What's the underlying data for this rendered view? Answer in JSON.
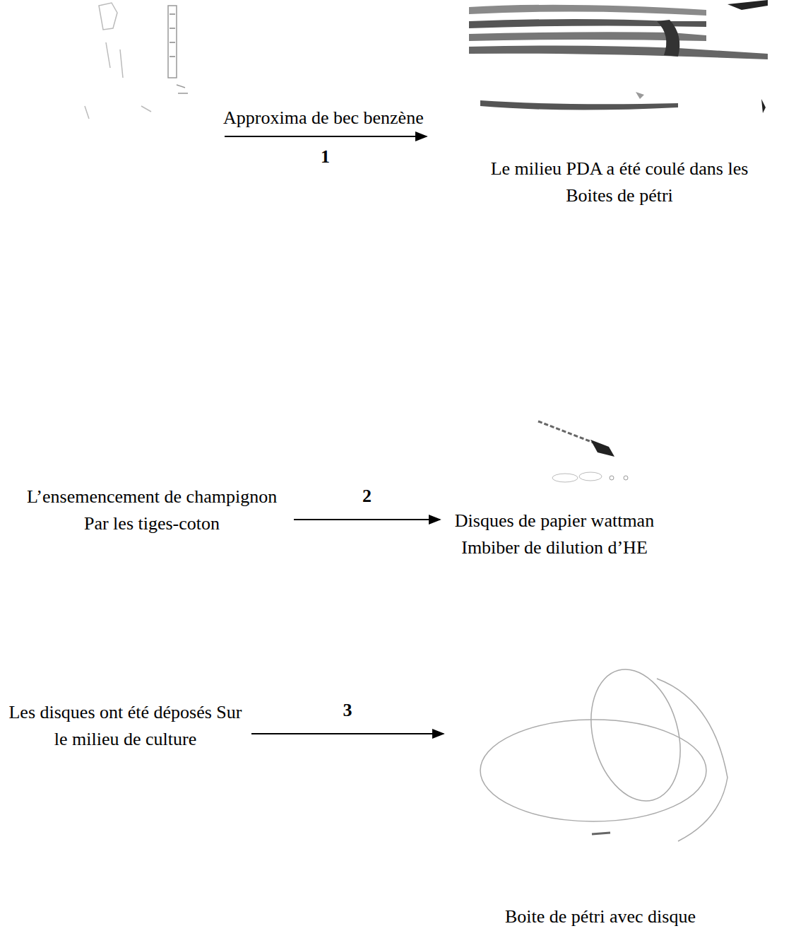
{
  "diagram": {
    "nodes": [
      {
        "text": [
          "Le milieu PDA a été coulé dans les Boites de pétri"
        ]
      },
      {
        "text": [
          "L’ensemencement de champignon Par les tiges-coton"
        ]
      },
      {
        "text": [
          "Disques de papier wattman Imbiber de dilution d’HE"
        ]
      },
      {
        "text": [
          "Les disques ont été déposés Sur le milieu de culture"
        ]
      },
      {
        "text": [
          "Boite de pétri avec disque"
        ]
      }
    ],
    "edges": [
      {
        "from": 1,
        "to": 2,
        "arrow": "to",
        "label": "2"
      },
      {
        "from": 3,
        "to": 4,
        "arrow": "to",
        "label": "3"
      }
    ],
    "labels": [
      "Approxima de bec benzène",
      "1"
    ]
  }
}
